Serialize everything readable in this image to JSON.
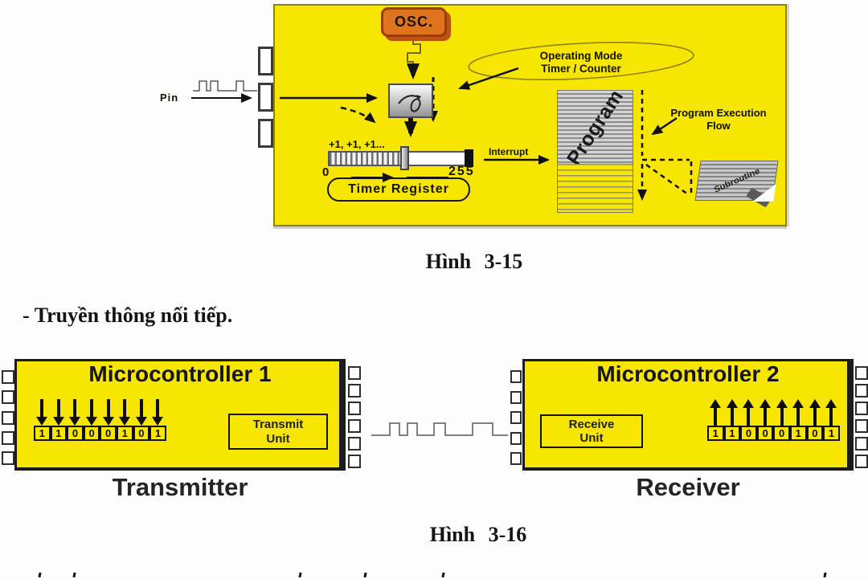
{
  "page": {
    "body_text": "- Truyền thông nối tiếp.",
    "fig15_caption": "Hình 3-15",
    "fig16_caption": "Hình 3-16"
  },
  "fig15": {
    "osc": "OSC.",
    "pin": "Pin",
    "mode_line1": "Operating Mode",
    "mode_line2": "Timer / Counter",
    "increments": "+1, +1, +1...",
    "range_min": "0",
    "range_max": "255",
    "timer_register": "Timer Register",
    "interrupt": "Interrupt",
    "program": "Program",
    "exec_flow_line1": "Program Execution",
    "exec_flow_line2": "Flow",
    "subroutine": "Subroutine"
  },
  "fig16": {
    "mc1_title": "Microcontroller 1",
    "mc2_title": "Microcontroller 2",
    "transmit_line1": "Transmit",
    "transmit_line2": "Unit",
    "receive_line1": "Receive",
    "receive_line2": "Unit",
    "transmitter": "Transmitter",
    "receiver": "Receiver",
    "tx_bits": [
      "1",
      "1",
      "0",
      "0",
      "0",
      "1",
      "0",
      "1"
    ],
    "rx_bits": [
      "1",
      "1",
      "0",
      "0",
      "0",
      "1",
      "0",
      "1"
    ]
  },
  "colors": {
    "diagram_yellow": "#f6e602",
    "osc_orange": "#e0731d",
    "osc_border": "#9c3a10",
    "ink_black": "#111111"
  }
}
